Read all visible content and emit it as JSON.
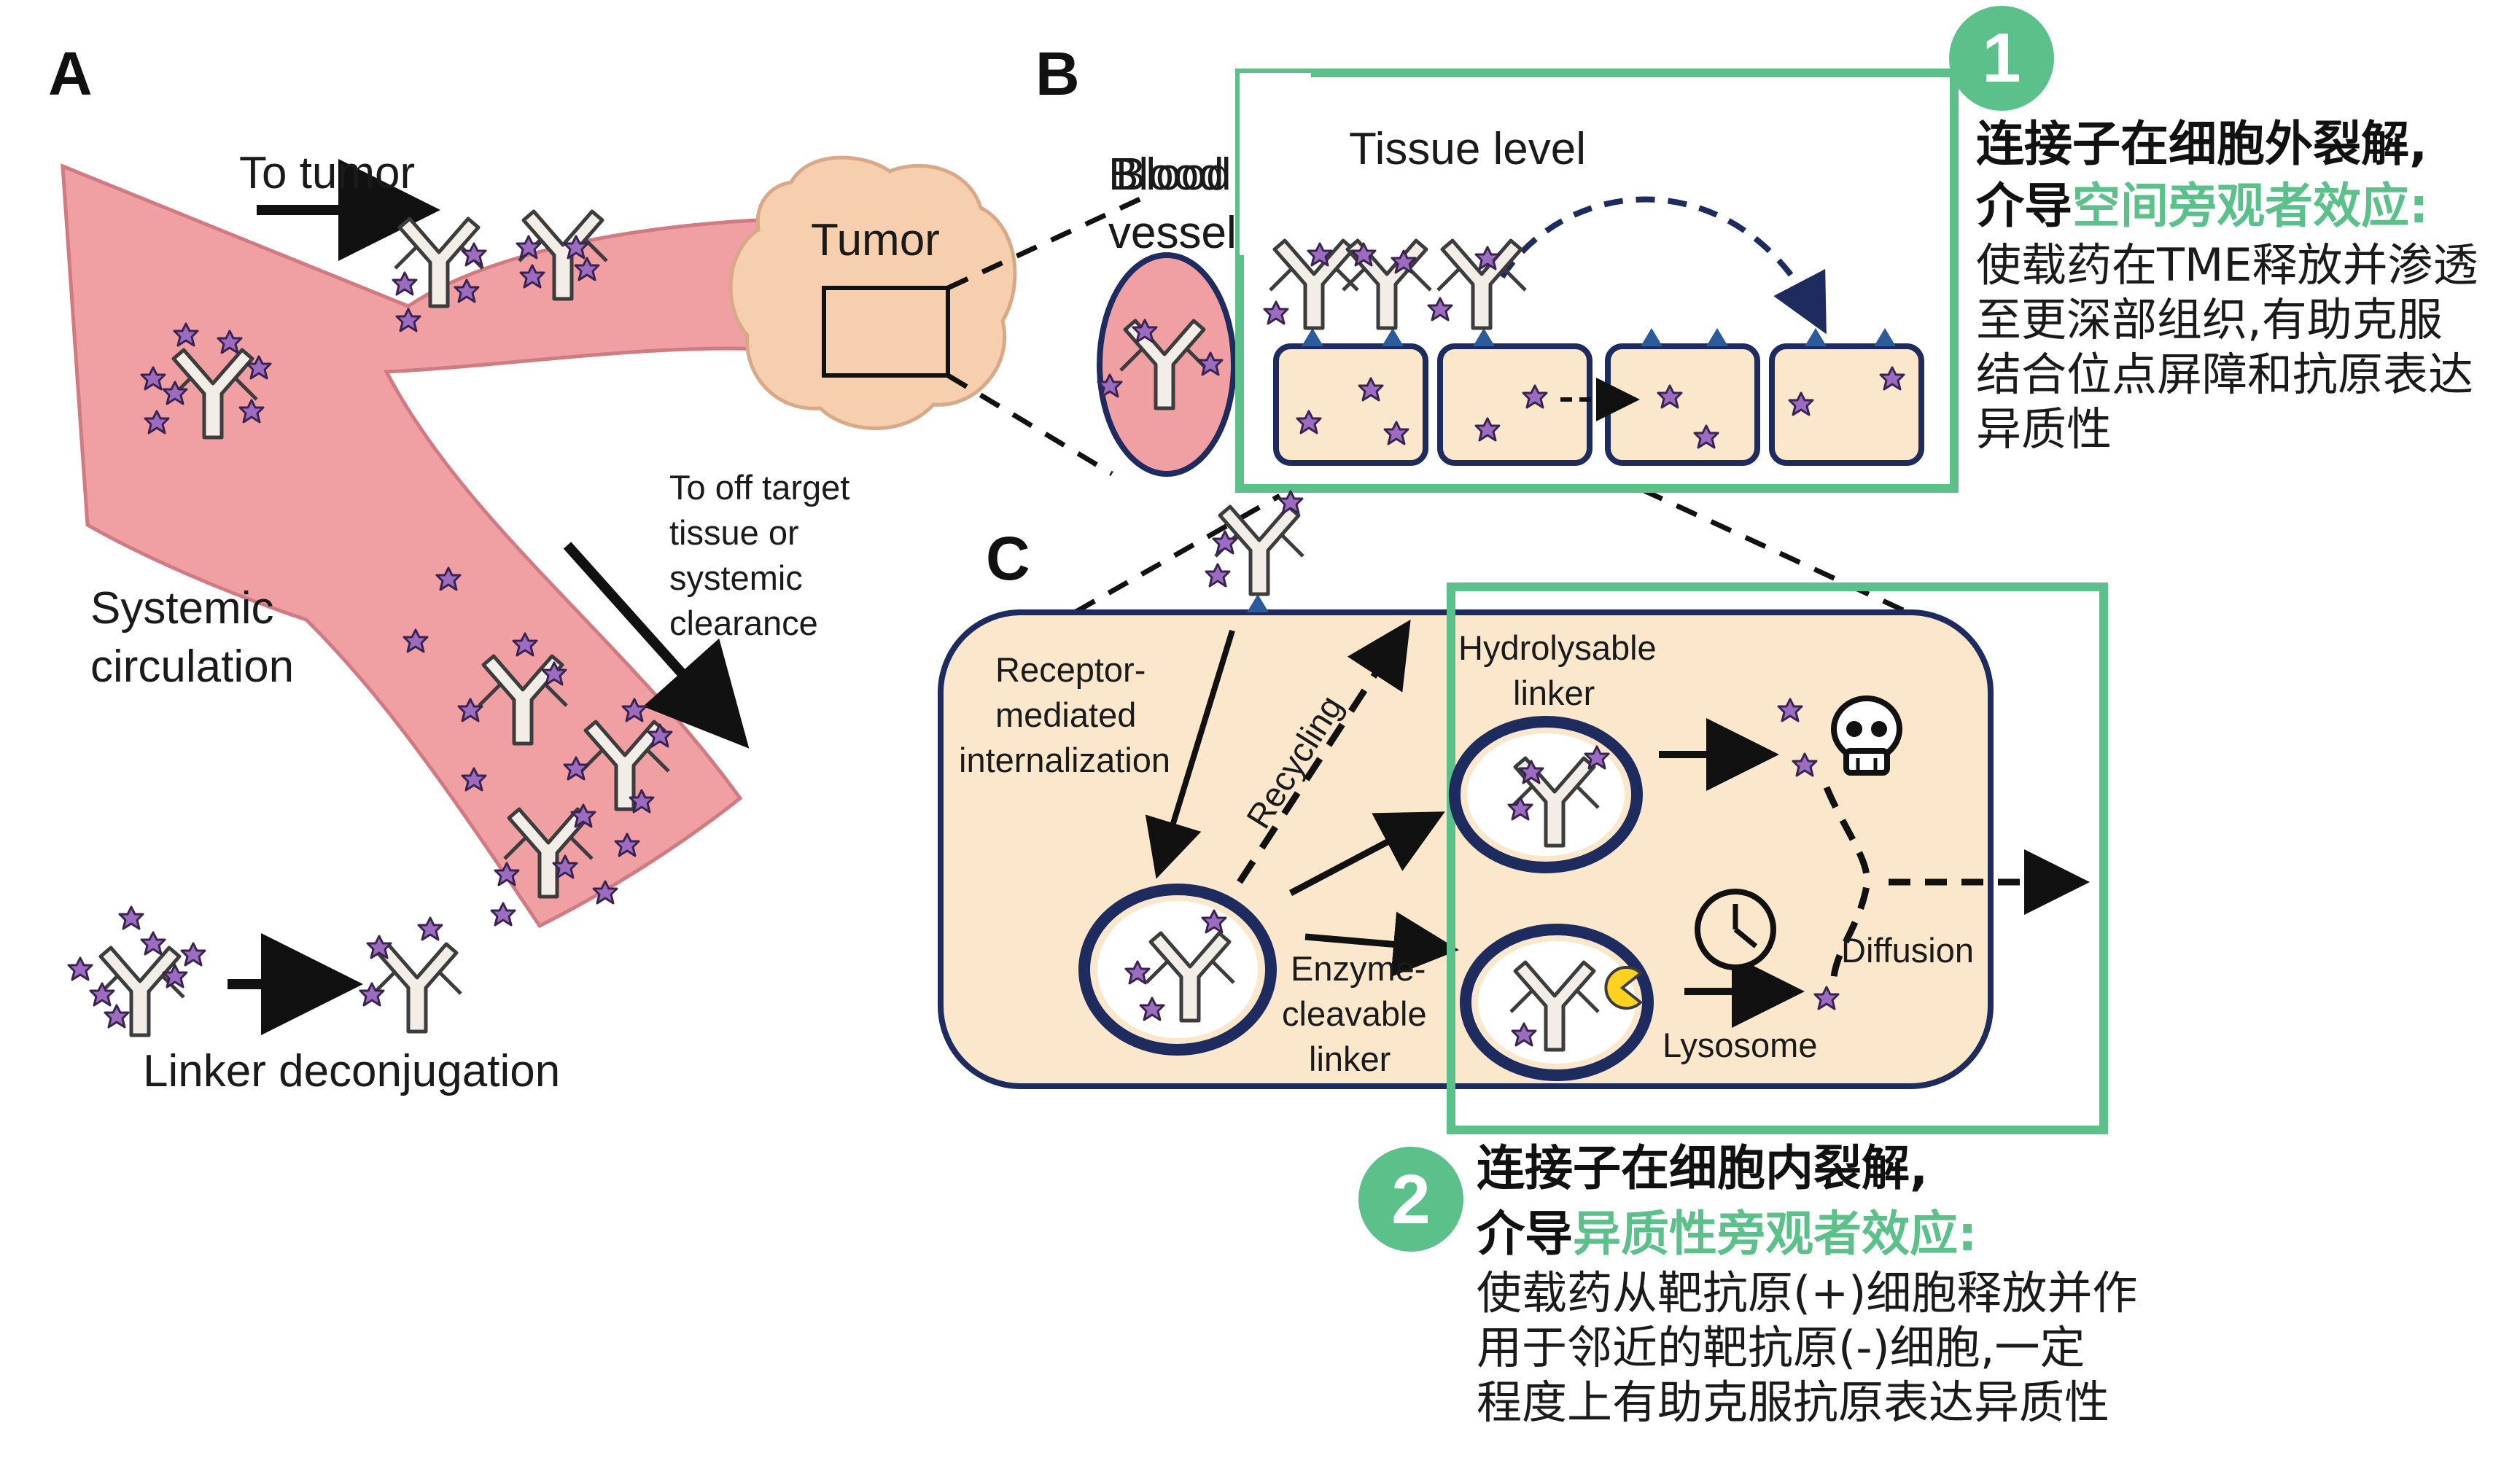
{
  "panels": {
    "a": "A",
    "b": "B",
    "c": "C"
  },
  "panel_a": {
    "to_tumor": "To tumor",
    "tumor": "Tumor",
    "off_target": [
      "To off target",
      "tissue or",
      "systemic",
      "clearance"
    ],
    "systemic": [
      "Systemic",
      "circulation"
    ],
    "linker_deconjugation": "Linker deconjugation"
  },
  "panel_b": {
    "blood_vessel": [
      "Blood",
      "vessel"
    ],
    "tissue_level": "Tissue level"
  },
  "panel_c": {
    "receptor": [
      "Receptor-",
      "mediated",
      "internalization"
    ],
    "recycling": "Recycling",
    "hydrolysable": [
      "Hydrolysable",
      "linker"
    ],
    "enzyme": [
      "Enzyme-",
      "cleavable",
      "linker"
    ],
    "diffusion": "Diffusion",
    "lysosome": "Lysosome"
  },
  "note1": {
    "badge": "1",
    "title": "连接子在细胞外裂解,",
    "lead": "介导",
    "highlight": "空间旁观者效应:",
    "body": [
      "使载药在TME释放并渗透",
      "至更深部组织,有助克服",
      "结合位点屏障和抗原表达",
      "异质性"
    ]
  },
  "note2": {
    "badge": "2",
    "title": "连接子在细胞内裂解,",
    "lead": "介导",
    "highlight": "异质性旁观者效应:",
    "body": [
      "使载药从靶抗原(+)细胞释放并作",
      "用于邻近的靶抗原(-)细胞,一定",
      "程度上有助克服抗原表达异质性"
    ]
  },
  "colors": {
    "vessel": "#f0a0a3",
    "tumor": "#f6cfae",
    "cell": "#fbe8cc",
    "border": "#1d2b5e",
    "star": "#9b6cc0",
    "antibody": "#f2ede6",
    "highlight": "#5cc08a",
    "payload_cleaver": "#ffd21f"
  }
}
